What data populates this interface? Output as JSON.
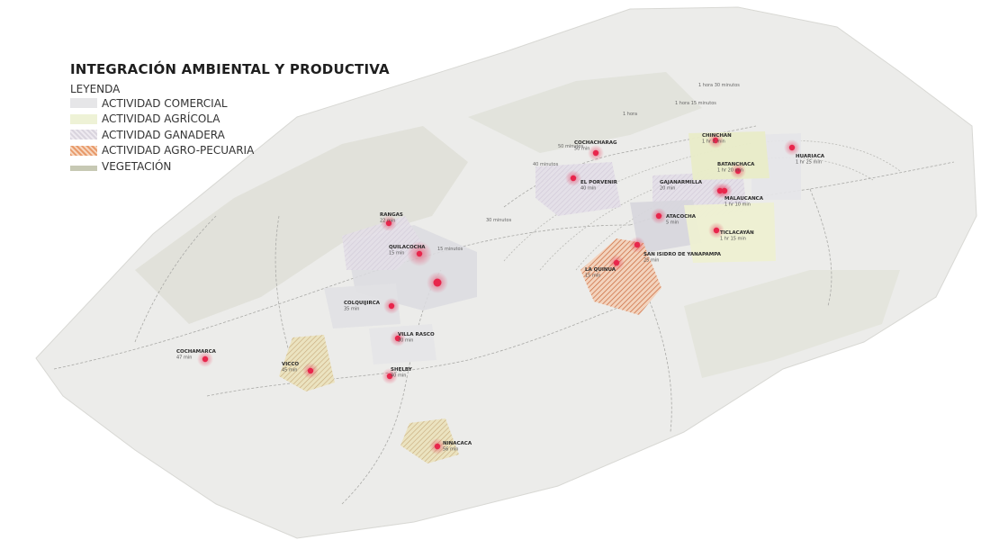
{
  "legend": {
    "title": "INTEGRACIÓN AMBIENTAL Y PRODUCTIVA",
    "subtitle": "LEYENDA",
    "items": [
      {
        "label": "ACTIVIDAD COMERCIAL",
        "color": "#e6e6e8"
      },
      {
        "label": "ACTIVIDAD AGRÍCOLA",
        "color": "#eef2d6"
      },
      {
        "label": "ACTIVIDAD GANADERA",
        "color": "#dcd6e0"
      },
      {
        "label": "ACTIVIDAD AGRO-PECUARIA",
        "color": "#e89a6a"
      },
      {
        "label": "VEGETACIÓN",
        "color": "#c7c9b4"
      }
    ]
  },
  "places": [
    {
      "name": "RANGAS",
      "time": "22 min"
    },
    {
      "name": "QUILACOCHA",
      "time": "15 min"
    },
    {
      "name": "COLQUIJIRCA",
      "time": "35 min"
    },
    {
      "name": "VILLA RASCO",
      "time": "30 min"
    },
    {
      "name": "COCHAMARCA",
      "time": "47 min"
    },
    {
      "name": "VICCO",
      "time": "45 min"
    },
    {
      "name": "SHELBY",
      "time": "40 min"
    },
    {
      "name": "NINACACA",
      "time": "56 min"
    },
    {
      "name": "EL PORVENIR",
      "time": "40 min"
    },
    {
      "name": "COCHACHARAG",
      "time": "50 min"
    },
    {
      "name": "LA QUINUA",
      "time": "15 min"
    },
    {
      "name": "SAN ISIDRO DE YANAPAMPA",
      "time": "25 min"
    },
    {
      "name": "ATACOCHA",
      "time": "5 min"
    },
    {
      "name": "GAJANARMILLA",
      "time": "20 min"
    },
    {
      "name": "BATANCHACA",
      "time": "1 hr 20 min"
    },
    {
      "name": "MALAUCANCA",
      "time": "1 hr 10 min"
    },
    {
      "name": "TICLACAYÁN",
      "time": "1 hr 15 min"
    },
    {
      "name": "HUARIACA",
      "time": "1 hr 25 min"
    },
    {
      "name": "CHINCHAN",
      "time": "1 hr 2 min"
    }
  ],
  "time_labels": [
    "1 hora 30 minutos",
    "1 hora 15 minutos",
    "1 hora",
    "50 minutos",
    "40 minutos",
    "30 minutos",
    "15 minutos"
  ],
  "colors": {
    "marker": "#e8264c",
    "terrain": "#ececea",
    "agro_pecuaria": "#e89a6a",
    "ganadera": "#dcd6e0",
    "agricola": "#eef2d6"
  }
}
